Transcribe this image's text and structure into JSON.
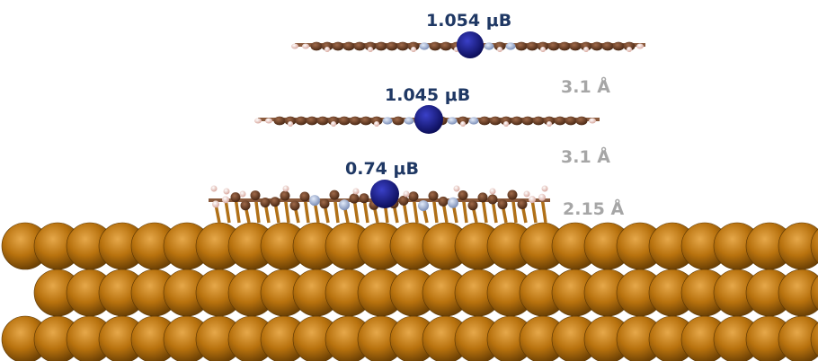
{
  "moments": [
    {
      "text": "1.054  μB"
    },
    {
      "text": "1.045  μB"
    },
    {
      "text": "0.74  μB"
    }
  ],
  "distances": [
    {
      "text": "3.1 Å"
    },
    {
      "text": "3.1 Å"
    },
    {
      "text": "2.15 Å"
    }
  ],
  "colors": {
    "moment_text": "#1f3864",
    "distance_text": "#a6a6a6",
    "substrate_atom": "#b8720e",
    "carbon_atom": "#6b3e22",
    "hydrogen_atom": "#f2d0c8",
    "nitrogen_atom": "#a8b8d6",
    "metal_center": "#1b1d8a"
  }
}
